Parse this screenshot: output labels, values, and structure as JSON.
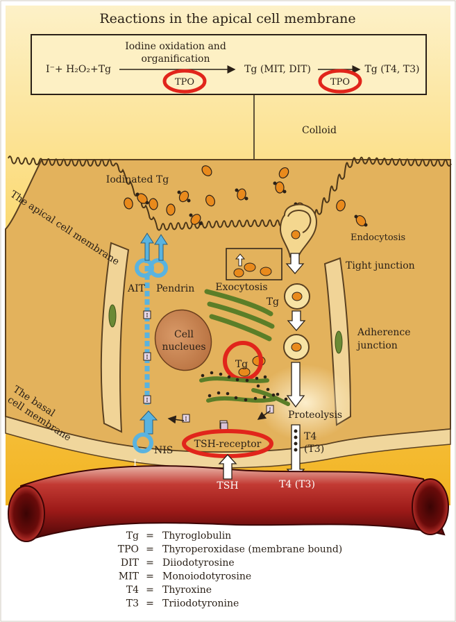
{
  "title": "Reactions in the apical cell membrane",
  "reaction_box": {
    "step1_label_line1": "Iodine oxidation and",
    "step1_label_line2": "organification",
    "reactants": "I⁻+ H₂O₂+Tg",
    "intermediate": "Tg (MIT, DIT)",
    "product": "Tg (T4, T3)",
    "enzyme_1": "TPO",
    "enzyme_2": "TPO"
  },
  "labels": {
    "colloid": "Colloid",
    "iodinated_tg": "Iodinated Tg",
    "apical_membrane": "The apical cell membrane",
    "basal_membrane_line1": "The basal",
    "basal_membrane_line2": "cell membrane",
    "endocytosis": "Endocytosis",
    "tight_junction": "Tight junction",
    "adherence_junction_line1": "Adherence",
    "adherence_junction_line2": "junction",
    "ait": "AIT",
    "pendrin": "Pendrin",
    "exocytosis": "Exocytosis",
    "tg_vesicle": "Tg",
    "cell_nucleus_line1": "Cell",
    "cell_nucleus_line2": "nucleues",
    "tg_synthesis": "Tg",
    "proteolysis": "Proteolysis",
    "t4_t3_line1": "T4",
    "t4_t3_line2": "(T3)",
    "nis": "NIS",
    "iodide": "I⁻",
    "iodide_marker": "I",
    "tsh_receptor": "TSH-receptor",
    "tsh": "TSH",
    "t4_t3_out": "T4 (T3)"
  },
  "legend": [
    {
      "abbr": "Tg",
      "eq": "=",
      "meaning": "Thyroglobulin"
    },
    {
      "abbr": "TPO",
      "eq": "=",
      "meaning": "Thyroperoxidase (membrane bound)"
    },
    {
      "abbr": "DIT",
      "eq": "=",
      "meaning": "Diiodotyrosine"
    },
    {
      "abbr": "MIT",
      "eq": "=",
      "meaning": "Monoiodotyrosine"
    },
    {
      "abbr": "T4",
      "eq": "=",
      "meaning": "Thyroxine"
    },
    {
      "abbr": "T3",
      "eq": "=",
      "meaning": "Triiodotyronine"
    }
  ],
  "colors": {
    "colloid_top": "#fbe3a0",
    "colloid_bottom": "#f3b724",
    "cell": "#e5b45e",
    "cell_border": "#5a4020",
    "membrane_tan": "#eccf8f",
    "transporter_blue": "#5ab3df",
    "golgi_green": "#6a8a35",
    "nucleus": "#c98553",
    "blood_vessel": "#a51f1d",
    "highlight_red": "#e1251b",
    "tg_orange": "#e98a1c"
  }
}
